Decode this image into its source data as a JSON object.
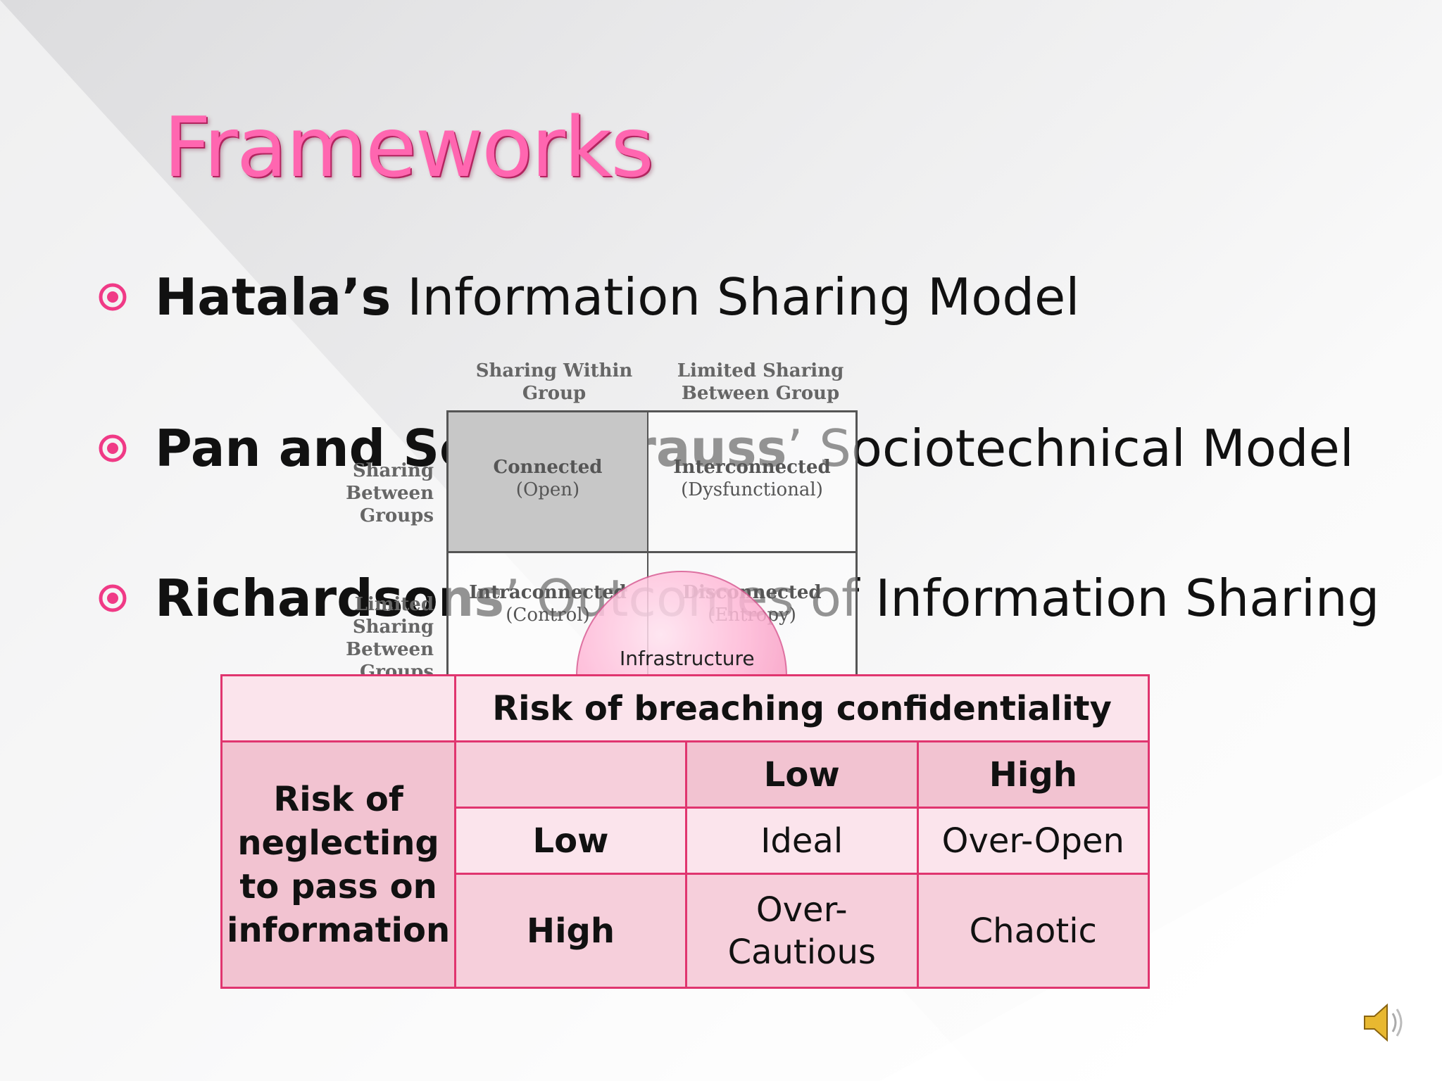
{
  "slide": {
    "title": "Frameworks",
    "accent_color": "#ff66b0",
    "bullet_icon": "ring-bullet-icon"
  },
  "bullets": [
    {
      "bold": "Hatala’s",
      "text": " Information Sharing Model"
    },
    {
      "bold": "Pan and Scott Strauss",
      "text": "’ Sociotechnical Model"
    },
    {
      "bold": "Richardsons",
      "text": "’ Outcomes of Information Sharing"
    }
  ],
  "hatala_matrix": {
    "col_headers": [
      "Sharing Within\nGroup",
      "Limited Sharing\nBetween Group"
    ],
    "row_headers": [
      "Sharing Between\nGroups",
      "Limited Sharing\nBetween Groups"
    ],
    "cells": [
      {
        "title": "Connected",
        "sub": "(Open)"
      },
      {
        "title": "Interconnected",
        "sub": "(Dysfunctional)"
      },
      {
        "title": "Intraconnected",
        "sub": "(Control)"
      },
      {
        "title": "Disconnected",
        "sub": "(Entropy)"
      }
    ],
    "bubble_label": "Infrastructure"
  },
  "outcomes_table": {
    "top_header": "Risk of breaching confidentiality",
    "side_header": "Risk of neglecting to pass on information",
    "col_low": "Low",
    "col_high": "High",
    "row_low": "Low",
    "row_high": "High",
    "cells": {
      "low_low": "Ideal",
      "low_high": "Over-Open",
      "high_low": "Over-Cautious",
      "high_high": "Chaotic"
    },
    "border_color": "#e0356f"
  },
  "media": {
    "icon": "speaker-icon"
  }
}
